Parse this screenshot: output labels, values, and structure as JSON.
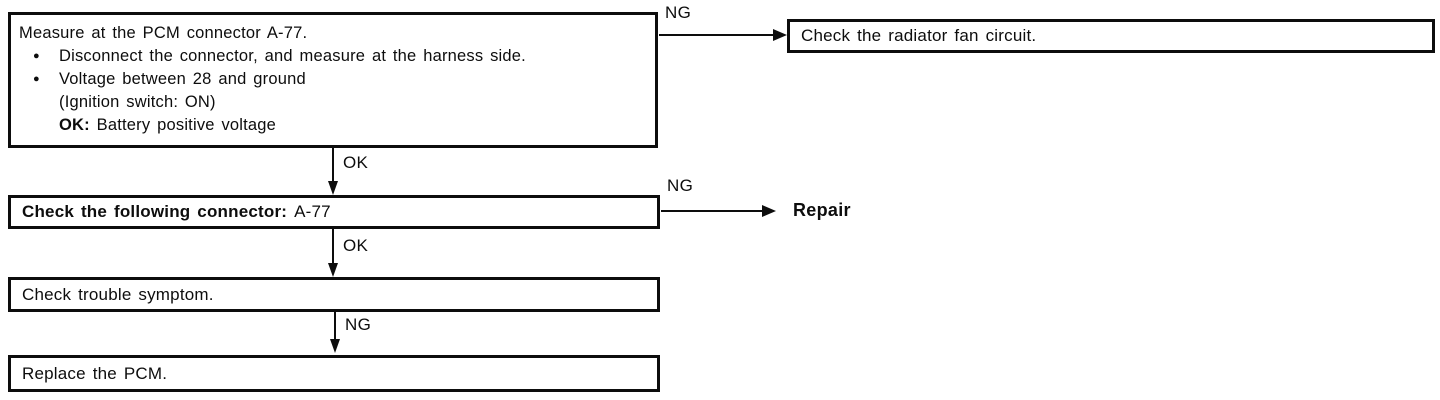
{
  "diagram": {
    "type": "troubleshooting-flowchart",
    "colors": {
      "ink": "#0d0d0d",
      "background": "#ffffff"
    },
    "bullet_glyph": "●",
    "step1": {
      "title": "Measure at the PCM connector A-77.",
      "bullet1": "Disconnect the connector, and measure at the harness side.",
      "bullet2": "Voltage between 28 and ground",
      "bullet2_cont": "(Ignition switch: ON)",
      "ok_label": "OK:",
      "ok_value": "Battery positive voltage"
    },
    "radiator_box": {
      "text": "Check the radiator fan circuit."
    },
    "connector_box": {
      "bold_text": "Check the following connector:",
      "value": "A-77"
    },
    "symptom_box": {
      "text": "Check trouble symptom."
    },
    "replace_box": {
      "text": "Replace the PCM."
    },
    "edges": {
      "ng_to_radiator": "NG",
      "ok_to_connector": "OK",
      "ng_to_repair": "NG",
      "ok_to_symptom": "OK",
      "ng_to_replace": "NG",
      "repair_terminal": "Repair"
    }
  }
}
